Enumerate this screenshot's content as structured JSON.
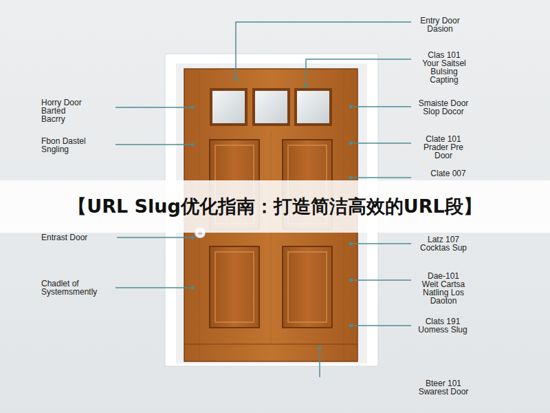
{
  "diagram": {
    "title": "【URL Slug优化指南：打造简洁高效的URL段】",
    "labels": [
      "Entry Door Dasion",
      "Clas 101 Your Saitsel Bulsing Capting",
      "Horry Door Barted Bacrry",
      "Smaiste Door Slop Docor",
      "Fbon Dastel Sngling",
      "Clate 101 Prader Pre Door",
      "Clate 007",
      "Entrast Door",
      "Latz 107 Cocktas Sup",
      "Dae-101 Weit Cartsa Natling Los Daoton",
      "Chadlet of Systemsmently",
      "Clats 191 Uomess Slug",
      "Bteer 101 Swarest Door"
    ]
  }
}
